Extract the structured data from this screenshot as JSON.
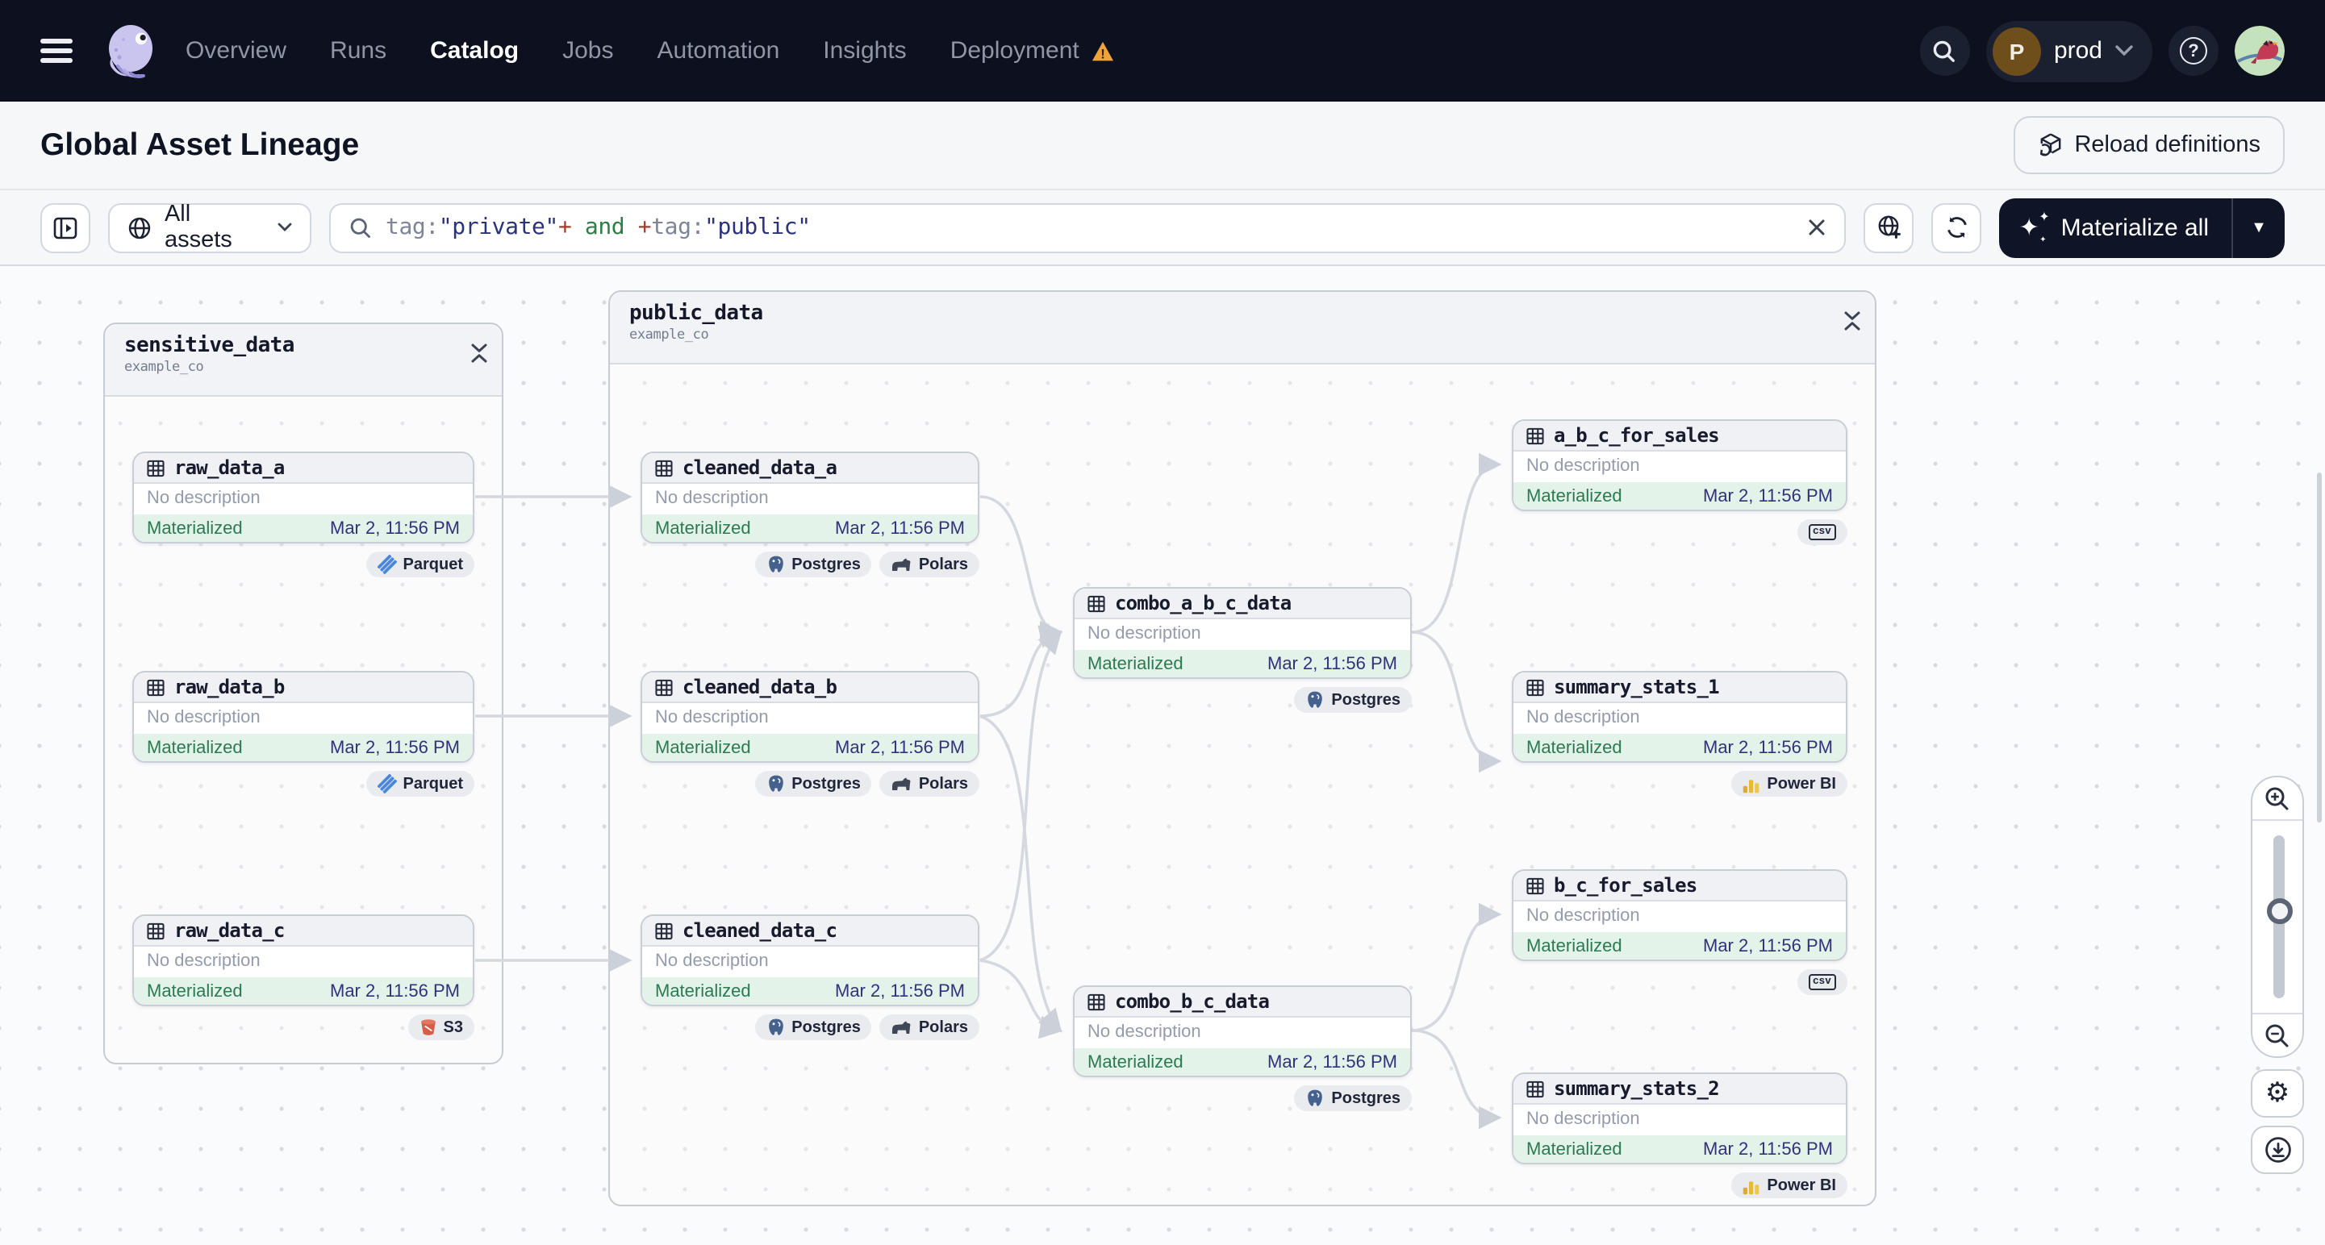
{
  "nav": {
    "items": [
      {
        "label": "Overview"
      },
      {
        "label": "Runs"
      },
      {
        "label": "Catalog"
      },
      {
        "label": "Jobs"
      },
      {
        "label": "Automation"
      },
      {
        "label": "Insights"
      },
      {
        "label": "Deployment"
      }
    ],
    "active_item": "Catalog",
    "environment": {
      "initial": "P",
      "name": "prod"
    }
  },
  "header": {
    "title": "Global Asset Lineage",
    "reload_button_label": "Reload definitions"
  },
  "toolbar": {
    "scope_label": "All assets",
    "search_tokens": [
      {
        "text": "tag:",
        "type": "key"
      },
      {
        "text": "\"private\"",
        "type": "string"
      },
      {
        "text": "+",
        "type": "op"
      },
      {
        "text": " and ",
        "type": "keyword"
      },
      {
        "text": "+",
        "type": "op"
      },
      {
        "text": "tag:",
        "type": "key"
      },
      {
        "text": "\"public\"",
        "type": "string"
      }
    ],
    "materialize_button_label": "Materialize all"
  },
  "graph": {
    "groups": [
      {
        "name": "sensitive_data",
        "subtitle": "example_co"
      },
      {
        "name": "public_data",
        "subtitle": "example_co"
      }
    ],
    "nodes": [
      {
        "name": "raw_data_a",
        "description": "No description",
        "status": "Materialized",
        "timestamp": "Mar 2, 11:56 PM",
        "badges": [
          {
            "label": "Parquet",
            "icon": "parquet-icon"
          }
        ]
      },
      {
        "name": "raw_data_b",
        "description": "No description",
        "status": "Materialized",
        "timestamp": "Mar 2, 11:56 PM",
        "badges": [
          {
            "label": "Parquet",
            "icon": "parquet-icon"
          }
        ]
      },
      {
        "name": "raw_data_c",
        "description": "No description",
        "status": "Materialized",
        "timestamp": "Mar 2, 11:56 PM",
        "badges": [
          {
            "label": "S3",
            "icon": "s3-icon"
          }
        ]
      },
      {
        "name": "cleaned_data_a",
        "description": "No description",
        "status": "Materialized",
        "timestamp": "Mar 2, 11:56 PM",
        "badges": [
          {
            "label": "Postgres",
            "icon": "postgres-icon"
          },
          {
            "label": "Polars",
            "icon": "polars-icon"
          }
        ]
      },
      {
        "name": "cleaned_data_b",
        "description": "No description",
        "status": "Materialized",
        "timestamp": "Mar 2, 11:56 PM",
        "badges": [
          {
            "label": "Postgres",
            "icon": "postgres-icon"
          },
          {
            "label": "Polars",
            "icon": "polars-icon"
          }
        ]
      },
      {
        "name": "cleaned_data_c",
        "description": "No description",
        "status": "Materialized",
        "timestamp": "Mar 2, 11:56 PM",
        "badges": [
          {
            "label": "Postgres",
            "icon": "postgres-icon"
          },
          {
            "label": "Polars",
            "icon": "polars-icon"
          }
        ]
      },
      {
        "name": "combo_a_b_c_data",
        "description": "No description",
        "status": "Materialized",
        "timestamp": "Mar 2, 11:56 PM",
        "badges": [
          {
            "label": "Postgres",
            "icon": "postgres-icon"
          }
        ]
      },
      {
        "name": "combo_b_c_data",
        "description": "No description",
        "status": "Materialized",
        "timestamp": "Mar 2, 11:56 PM",
        "badges": [
          {
            "label": "Postgres",
            "icon": "postgres-icon"
          }
        ]
      },
      {
        "name": "a_b_c_for_sales",
        "description": "No description",
        "status": "Materialized",
        "timestamp": "Mar 2, 11:56 PM",
        "badges": [
          {
            "label": "csv",
            "icon": "csv-icon"
          }
        ]
      },
      {
        "name": "summary_stats_1",
        "description": "No description",
        "status": "Materialized",
        "timestamp": "Mar 2, 11:56 PM",
        "badges": [
          {
            "label": "Power BI",
            "icon": "powerbi-icon"
          }
        ]
      },
      {
        "name": "b_c_for_sales",
        "description": "No description",
        "status": "Materialized",
        "timestamp": "Mar 2, 11:56 PM",
        "badges": [
          {
            "label": "csv",
            "icon": "csv-icon"
          }
        ]
      },
      {
        "name": "summary_stats_2",
        "description": "No description",
        "status": "Materialized",
        "timestamp": "Mar 2, 11:56 PM",
        "badges": [
          {
            "label": "Power BI",
            "icon": "powerbi-icon"
          }
        ]
      }
    ]
  },
  "colors": {
    "nav_background": "#0d101e",
    "materialized_green": "#2c7a50",
    "materialized_row_bg": "#e4f3ea",
    "timestamp_indigo": "#33307c",
    "warning_orange": "#efa33b",
    "edge_gray": "#d5d8df"
  }
}
